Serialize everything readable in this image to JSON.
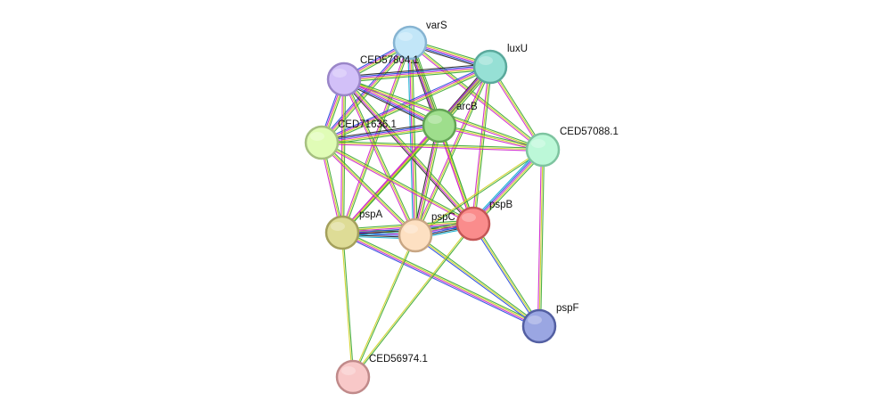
{
  "network": {
    "edge_colors": [
      "#3aa832",
      "#d0d020",
      "#cc22cc",
      "#2244dd",
      "#222222",
      "#00aacc"
    ],
    "nodes": [
      {
        "id": "varS",
        "label": "varS",
        "color": "#c2e6f8",
        "stroke": "#86b4d2"
      },
      {
        "id": "luxU",
        "label": "luxU",
        "color": "#96e0d5",
        "stroke": "#5aa99c"
      },
      {
        "id": "CED57804.1",
        "label": "CED57804.1",
        "color": "#d2c0f8",
        "stroke": "#9a86c8"
      },
      {
        "id": "arcB",
        "label": "arcB",
        "color": "#9ede8c",
        "stroke": "#63a455"
      },
      {
        "id": "CED71636.1",
        "label": "CED71636.1",
        "color": "#e0fcb6",
        "stroke": "#a6c080"
      },
      {
        "id": "CED57088.1",
        "label": "CED57088.1",
        "color": "#bcf8d8",
        "stroke": "#7ec4a0"
      },
      {
        "id": "pspA",
        "label": "pspA",
        "color": "#dedc96",
        "stroke": "#a4a05c"
      },
      {
        "id": "pspC",
        "label": "pspC",
        "color": "#fde0c2",
        "stroke": "#c8a684"
      },
      {
        "id": "pspB",
        "label": "pspB",
        "color": "#fa8c8c",
        "stroke": "#c45656"
      },
      {
        "id": "pspF",
        "label": "pspF",
        "color": "#9aa6e2",
        "stroke": "#535fa2"
      },
      {
        "id": "CED56974.1",
        "label": "CED56974.1",
        "color": "#f8c8c8",
        "stroke": "#c08a8a"
      }
    ],
    "edges": [
      {
        "source": "varS",
        "target": "luxU",
        "types": [
          0,
          1,
          2,
          3,
          4
        ]
      },
      {
        "source": "varS",
        "target": "CED57804.1",
        "types": [
          0,
          1,
          2,
          3
        ]
      },
      {
        "source": "varS",
        "target": "arcB",
        "types": [
          0,
          1,
          2,
          3,
          4
        ]
      },
      {
        "source": "varS",
        "target": "CED71636.1",
        "types": [
          0,
          1,
          2,
          3
        ]
      },
      {
        "source": "varS",
        "target": "CED57088.1",
        "types": [
          0,
          1,
          2
        ]
      },
      {
        "source": "varS",
        "target": "pspA",
        "types": [
          0,
          1,
          2
        ]
      },
      {
        "source": "varS",
        "target": "pspC",
        "types": [
          0,
          1,
          2,
          5
        ]
      },
      {
        "source": "varS",
        "target": "pspB",
        "types": [
          0,
          1,
          2
        ]
      },
      {
        "source": "luxU",
        "target": "CED57804.1",
        "types": [
          0,
          1,
          2,
          3,
          4
        ]
      },
      {
        "source": "luxU",
        "target": "arcB",
        "types": [
          0,
          1,
          2,
          3,
          4
        ]
      },
      {
        "source": "luxU",
        "target": "CED71636.1",
        "types": [
          0,
          1,
          2,
          3
        ]
      },
      {
        "source": "luxU",
        "target": "CED57088.1",
        "types": [
          0,
          1,
          2
        ]
      },
      {
        "source": "luxU",
        "target": "pspA",
        "types": [
          0,
          1,
          2
        ]
      },
      {
        "source": "luxU",
        "target": "pspC",
        "types": [
          0,
          1,
          2
        ]
      },
      {
        "source": "luxU",
        "target": "pspB",
        "types": [
          0,
          1,
          2
        ]
      },
      {
        "source": "CED57804.1",
        "target": "arcB",
        "types": [
          0,
          1,
          2,
          3,
          4
        ]
      },
      {
        "source": "CED57804.1",
        "target": "CED71636.1",
        "types": [
          0,
          1,
          2,
          3
        ]
      },
      {
        "source": "CED57804.1",
        "target": "CED57088.1",
        "types": [
          0,
          1,
          2
        ]
      },
      {
        "source": "CED57804.1",
        "target": "pspA",
        "types": [
          0,
          1,
          2
        ]
      },
      {
        "source": "CED57804.1",
        "target": "pspC",
        "types": [
          0,
          1,
          2
        ]
      },
      {
        "source": "CED57804.1",
        "target": "pspB",
        "types": [
          0,
          1,
          2,
          4
        ]
      },
      {
        "source": "arcB",
        "target": "CED71636.1",
        "types": [
          0,
          1,
          2,
          3,
          4
        ]
      },
      {
        "source": "arcB",
        "target": "CED57088.1",
        "types": [
          0,
          1,
          2
        ]
      },
      {
        "source": "arcB",
        "target": "pspA",
        "types": [
          0,
          1,
          2
        ]
      },
      {
        "source": "arcB",
        "target": "pspC",
        "types": [
          0,
          1,
          2,
          4
        ]
      },
      {
        "source": "arcB",
        "target": "pspB",
        "types": [
          0,
          1,
          2
        ]
      },
      {
        "source": "CED71636.1",
        "target": "CED57088.1",
        "types": [
          0,
          1,
          2
        ]
      },
      {
        "source": "CED71636.1",
        "target": "pspA",
        "types": [
          0,
          1,
          2
        ]
      },
      {
        "source": "CED71636.1",
        "target": "pspC",
        "types": [
          0,
          1,
          2
        ]
      },
      {
        "source": "CED71636.1",
        "target": "pspB",
        "types": [
          0,
          1,
          2
        ]
      },
      {
        "source": "CED57088.1",
        "target": "pspC",
        "types": [
          0,
          1
        ]
      },
      {
        "source": "CED57088.1",
        "target": "pspB",
        "types": [
          0,
          1,
          2,
          3,
          5
        ]
      },
      {
        "source": "CED57088.1",
        "target": "pspF",
        "types": [
          0,
          1,
          2
        ]
      },
      {
        "source": "pspA",
        "target": "pspC",
        "types": [
          0,
          1,
          2,
          3,
          4,
          5
        ]
      },
      {
        "source": "pspA",
        "target": "pspB",
        "types": [
          0,
          1,
          2,
          3,
          4,
          5
        ]
      },
      {
        "source": "pspA",
        "target": "pspF",
        "types": [
          0,
          1,
          2,
          3
        ]
      },
      {
        "source": "pspA",
        "target": "CED56974.1",
        "types": [
          0,
          1
        ]
      },
      {
        "source": "pspC",
        "target": "pspB",
        "types": [
          0,
          1,
          2,
          3,
          4,
          5
        ]
      },
      {
        "source": "pspC",
        "target": "pspF",
        "types": [
          0,
          1,
          3
        ]
      },
      {
        "source": "pspC",
        "target": "CED56974.1",
        "types": [
          0,
          1
        ]
      },
      {
        "source": "pspB",
        "target": "pspF",
        "types": [
          0,
          1,
          3
        ]
      },
      {
        "source": "pspB",
        "target": "CED56974.1",
        "types": [
          0,
          1
        ]
      }
    ]
  }
}
